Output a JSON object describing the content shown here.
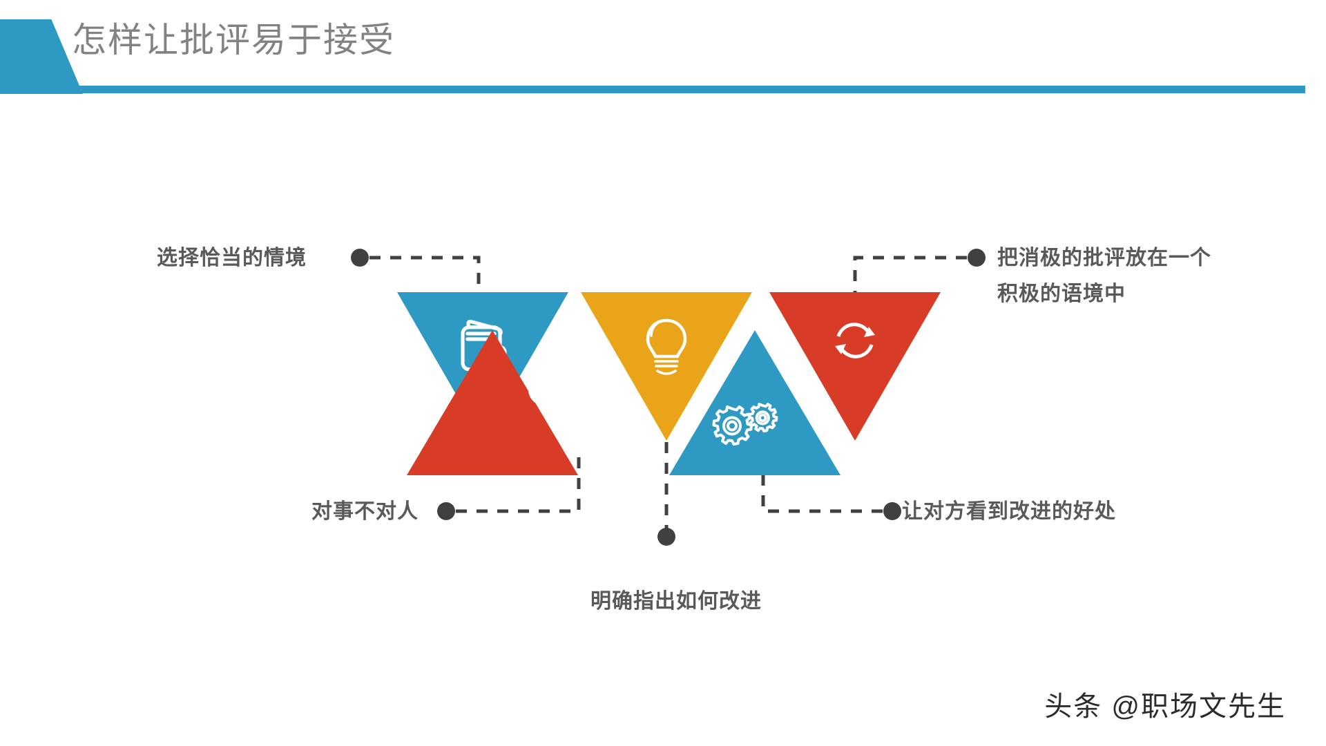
{
  "slide": {
    "title": "怎样让批评易于接受",
    "accent_color": "#2E99C2",
    "title_color": "#808285",
    "background": "#ffffff"
  },
  "palette": {
    "blue": "#2E99C2",
    "red": "#D83B26",
    "orange": "#EAA419",
    "gray_text": "#58595B",
    "connector": "#404040"
  },
  "diagram": {
    "type": "zigzag-triangle-infographic",
    "triangles": [
      {
        "index": 1,
        "direction": "down",
        "color": "#2E99C2",
        "icon": "wallet-icon"
      },
      {
        "index": 2,
        "direction": "up",
        "color": "#D83B26",
        "icon": "magnifier-icon"
      },
      {
        "index": 3,
        "direction": "down",
        "color": "#EAA419",
        "icon": "lightbulb-icon"
      },
      {
        "index": 4,
        "direction": "up",
        "color": "#2E99C2",
        "icon": "gears-icon"
      },
      {
        "index": 5,
        "direction": "down",
        "color": "#D83B26",
        "icon": "refresh-icon"
      }
    ],
    "labels": [
      {
        "id": "label-1",
        "text": "选择恰当的情境",
        "position": "top-left",
        "anchor_triangle": 1
      },
      {
        "id": "label-2",
        "text": "对事不对人",
        "position": "bottom-left",
        "anchor_triangle": 2
      },
      {
        "id": "label-3",
        "text": "明确指出如何改进",
        "position": "bottom-center",
        "anchor_triangle": 3
      },
      {
        "id": "label-4",
        "text": "让对方看到改进的好处",
        "position": "bottom-right",
        "anchor_triangle": 4
      },
      {
        "id": "label-5",
        "line1": "把消极的批评放在一个",
        "line2": "积极的语境中",
        "position": "top-right",
        "anchor_triangle": 5
      }
    ]
  },
  "watermark": {
    "text": "头条 @职场文先生"
  }
}
